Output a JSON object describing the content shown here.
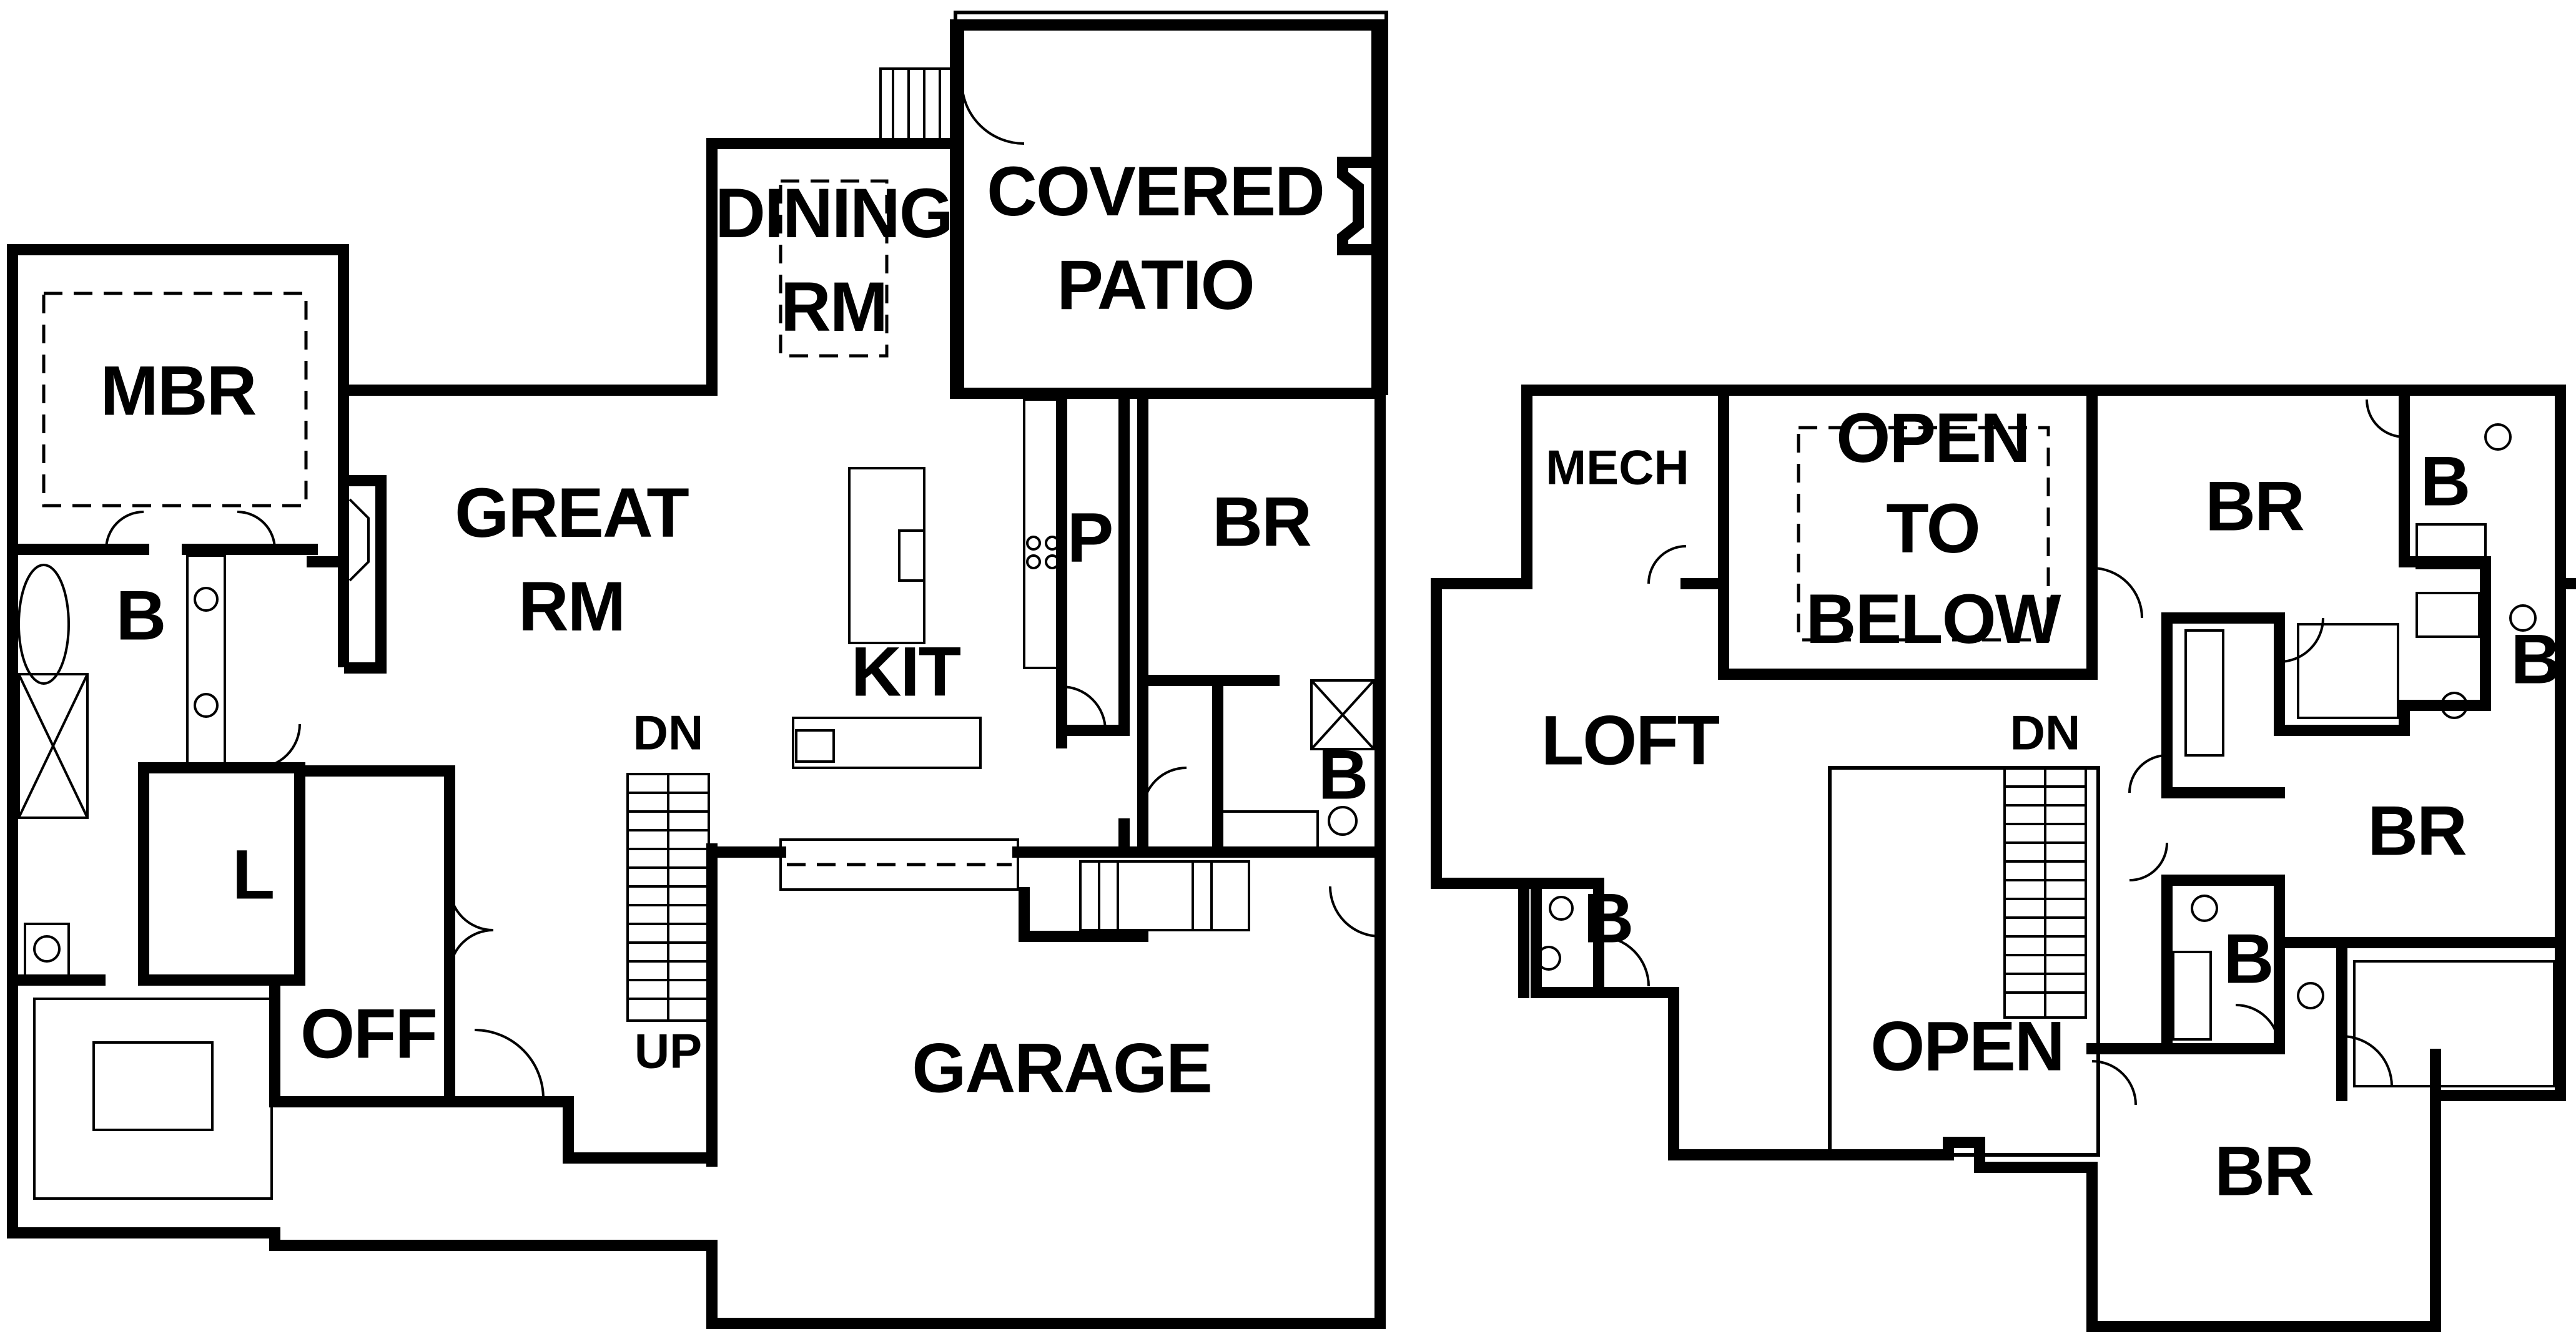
{
  "rooms": {
    "mbr": "MBR",
    "master_bath": "B",
    "laundry": "L",
    "office": "OFF",
    "great_room": "GREAT\nRM",
    "dining": "DINING\nRM",
    "covered_patio": "COVERED\nPATIO",
    "kitchen": "KIT",
    "pantry": "P",
    "br_main": "BR",
    "bath_main": "B",
    "garage": "GARAGE",
    "stair_dn_main": "DN",
    "stair_up_main": "UP",
    "mech": "MECH",
    "open_to_below": "OPEN\nTO\nBELOW",
    "loft": "LOFT",
    "bath_loft": "B",
    "open": "OPEN",
    "stair_dn_upper": "DN",
    "br_upper_1": "BR",
    "bath_upper_1": "B",
    "bath_upper_2": "B",
    "br_upper_2": "BR",
    "bath_upper_3": "B",
    "br_upper_3": "BR"
  }
}
